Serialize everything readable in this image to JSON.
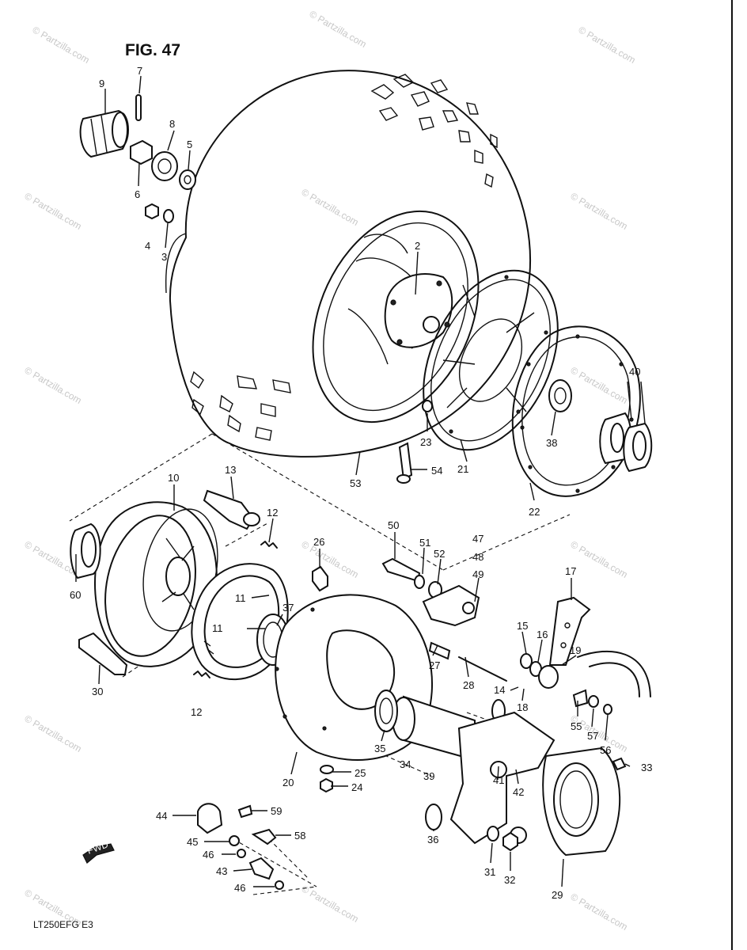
{
  "figure_title": "FIG. 47",
  "model_code": "LT250EFG  E3",
  "front_marker": "FWD",
  "watermark_text": "© Partzilla.com",
  "colors": {
    "ink": "#111111",
    "watermark": "#c8c8c8",
    "background": "#ffffff"
  },
  "callouts": [
    "9",
    "7",
    "8",
    "5",
    "6",
    "4",
    "3",
    "2",
    "53",
    "23",
    "21",
    "54",
    "22",
    "38",
    "40",
    "10",
    "13",
    "12",
    "60",
    "26",
    "11",
    "11",
    "37",
    "30",
    "12",
    "20",
    "50",
    "51",
    "52",
    "47",
    "48",
    "49",
    "17",
    "15",
    "16",
    "19",
    "27",
    "28",
    "14",
    "18",
    "55",
    "57",
    "56",
    "35",
    "34",
    "39",
    "41",
    "42",
    "33",
    "25",
    "24",
    "44",
    "59",
    "45",
    "58",
    "46",
    "43",
    "46",
    "36",
    "31",
    "32",
    "29"
  ]
}
